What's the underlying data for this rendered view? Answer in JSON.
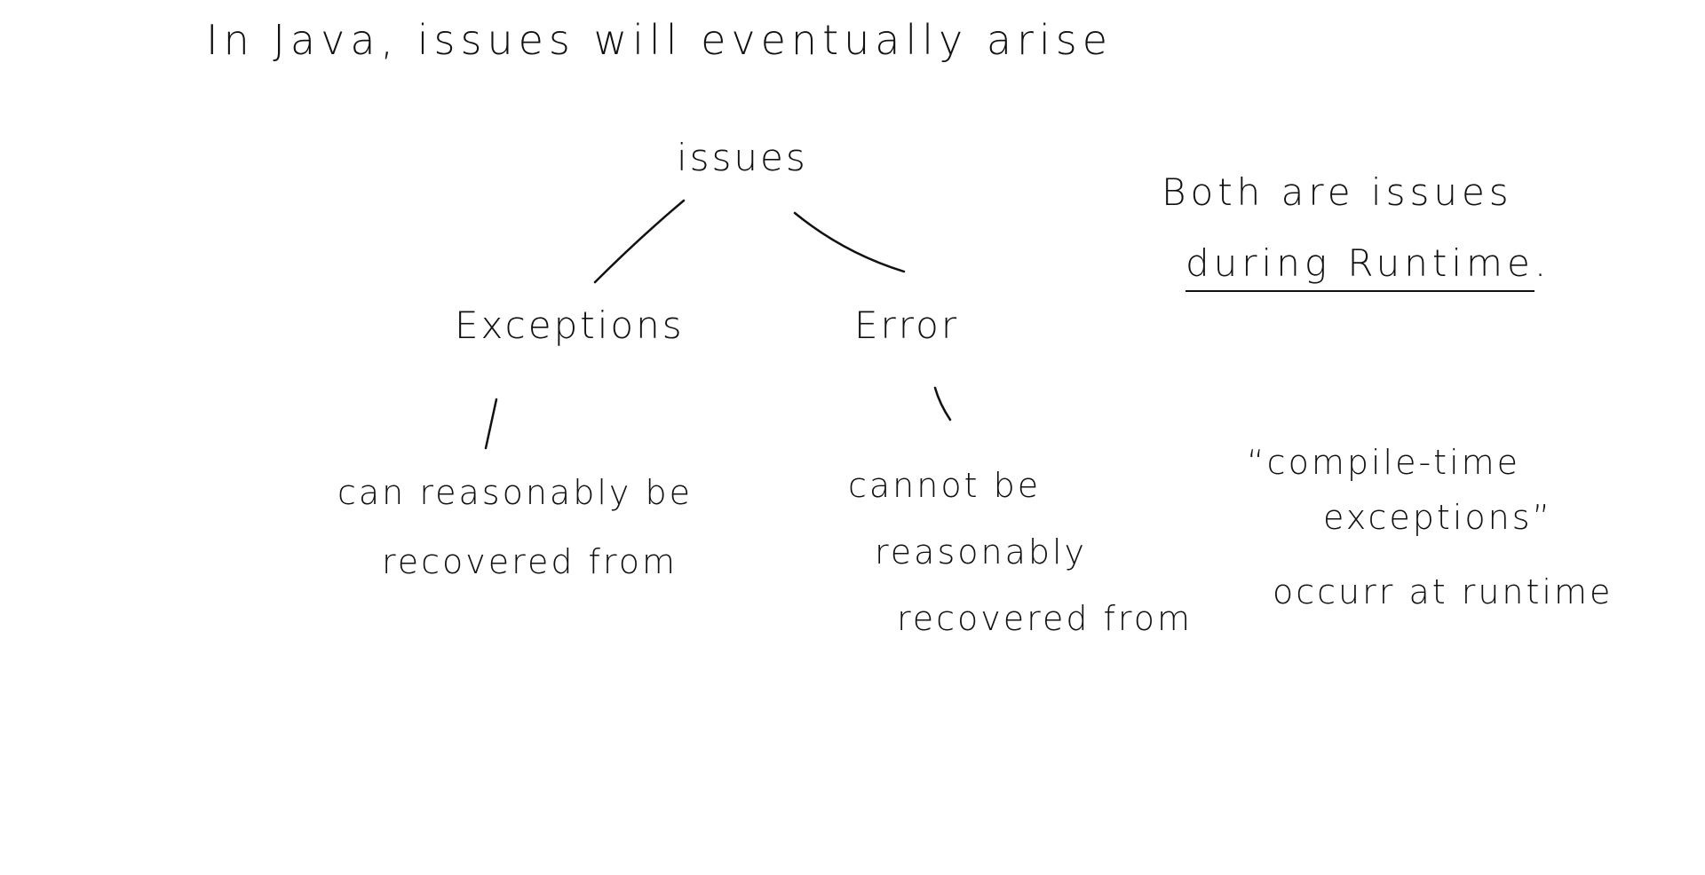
{
  "title": "In Java, issues will eventually arise",
  "tree": {
    "root": "issues",
    "left": {
      "label": "Exceptions",
      "description_line1": "can reasonably be",
      "description_line2": "recovered from"
    },
    "right": {
      "label": "Error",
      "description_line1": "cannot be",
      "description_line2": "reasonably",
      "description_line3": "recovered from"
    }
  },
  "side_note": {
    "line1": "Both are issues",
    "line2": "during Runtime",
    "line2_suffix": "."
  },
  "compile_note": {
    "line1": "“compile-time",
    "line2": "exceptions”",
    "line3": "occurr at runtime"
  },
  "ink_color": "#111111",
  "background_color": "#ffffff"
}
